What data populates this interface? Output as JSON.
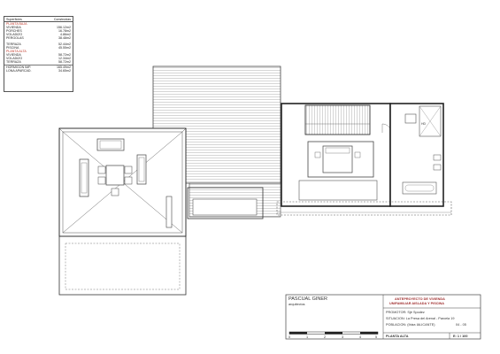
{
  "surface_table": {
    "header_left": "Superficies",
    "header_right": "Construidas",
    "sections": [
      {
        "title": "PLANTA BAJA",
        "rows": [
          {
            "label": "VIVIENDA",
            "value": "156.12m2"
          },
          {
            "label": "PORCHES",
            "value": "16.78m2"
          },
          {
            "label": "VOLADIZO",
            "value": "4.86m2"
          },
          {
            "label": "PERGOLAS",
            "value": "38.48m2"
          },
          {
            "label": "",
            "value": ""
          },
          {
            "label": "TERRAZA",
            "value": "52.44m2"
          },
          {
            "label": "PISCINA",
            "value": "45.55m2"
          }
        ]
      },
      {
        "title": "PLANTA ALTA",
        "rows": [
          {
            "label": "VIVIENDA",
            "value": "58.72m2"
          },
          {
            "label": "VOLADIZO",
            "value": "12.34m2"
          },
          {
            "label": "TERRAZA",
            "value": "58.72m2"
          }
        ]
      }
    ],
    "totals": [
      {
        "label": "HORMIGON IMP.",
        "value": "165.49m2"
      },
      {
        "label": "LONA APARCAD.",
        "value": "34.65m2"
      }
    ]
  },
  "title_block": {
    "architect_name": "PASCUAL GINER",
    "architect_sub": "arquitectos",
    "project_title_1": "ANTEPROYECTO DE VIVIENDA",
    "project_title_2": "UNIFAMILIAR AISLADA Y PISCINA",
    "promoter": "PROMOTOR: Sjé Spodez",
    "situation": "SITUACION: La Presa del Arenal - Parcela 19",
    "population": "POBLACION: (Ibiza IALICANTE)",
    "sheet_number": "04 - 05",
    "plan_name": "PLANTA ALTA",
    "scale": "E: 1 / 100",
    "scale_ticks": [
      "0",
      "1",
      "2",
      "3",
      "4",
      "5"
    ]
  },
  "labels": {
    "hd": "HD"
  }
}
